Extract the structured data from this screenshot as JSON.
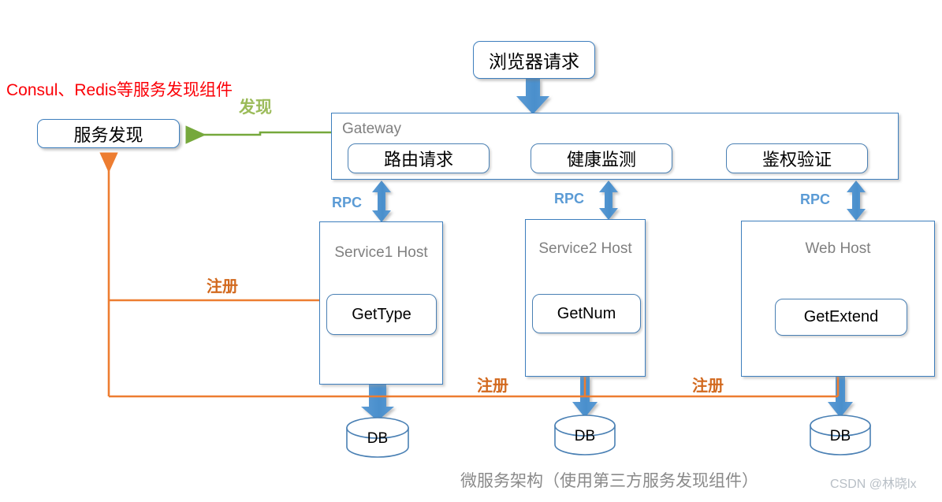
{
  "diagram": {
    "caption": "微服务架构（使用第三方服务发现组件）",
    "watermark": "CSDN @林晓lx",
    "colors": {
      "box_border_blue": "#3d7ebd",
      "arrow_blue": "#5b9bd5",
      "register_orange": "#ed7d31",
      "discover_green": "#9bbb59",
      "annotation_red": "#fb0007",
      "host_label_gray": "#808080",
      "caption_gray": "#8a8a8a"
    },
    "annotations": {
      "components_note": "Consul、Redis等服务发现组件",
      "discover_label": "发现",
      "register_label_1": "注册",
      "register_label_2": "注册",
      "register_label_3": "注册",
      "rpc_label_1": "RPC",
      "rpc_label_2": "RPC",
      "rpc_label_3": "RPC"
    },
    "nodes": {
      "browser_request": "浏览器请求",
      "service_discovery": "服务发现",
      "gateway_title": "Gateway",
      "gateway_modules": [
        "路由请求",
        "健康监测",
        "鉴权验证"
      ],
      "hosts": [
        {
          "title": "Service1 Host",
          "method": "GetType",
          "db": "DB"
        },
        {
          "title": "Service2 Host",
          "method": "GetNum",
          "db": "DB"
        },
        {
          "title": "Web Host",
          "method": "GetExtend",
          "db": "DB"
        }
      ]
    }
  }
}
